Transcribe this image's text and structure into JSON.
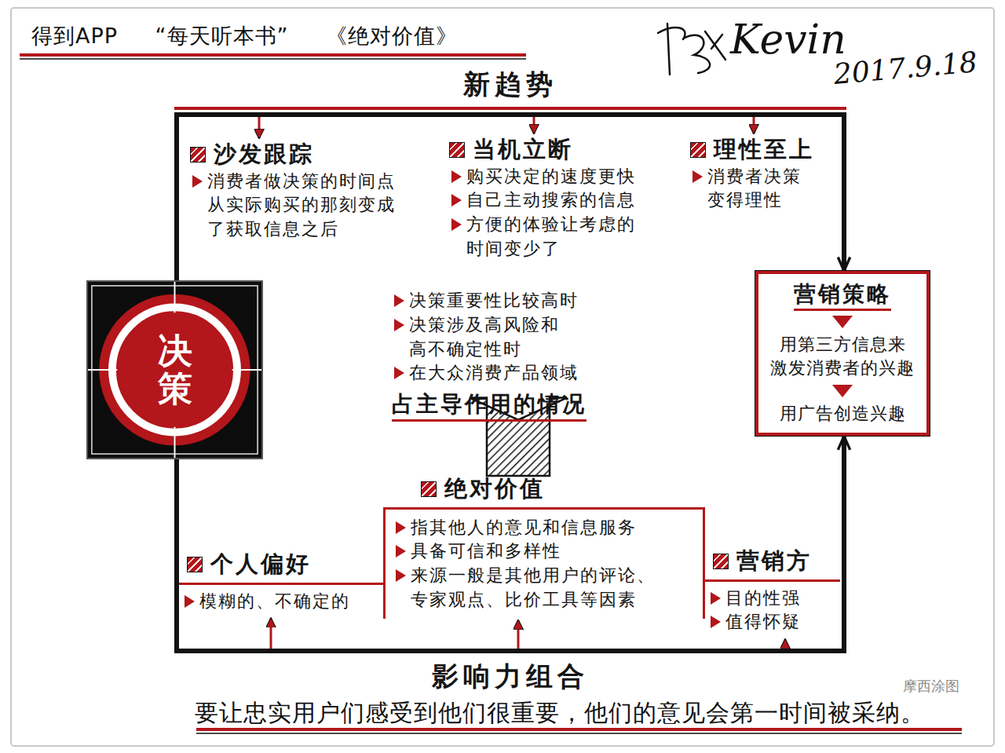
{
  "diagram": {
    "title": "得到APP “每天听本书” 《绝对价值》",
    "caption": "要让忠实用户们感受到他们很重要，他们的意见会第一时间被采纳。",
    "nodes": [
      {
        "text": [
          "新趋势"
        ]
      },
      {
        "text": [
          "沙发跟踪",
          "消费者做决策的时间点 从实际购买的那刻变成 了获取信息之后"
        ]
      },
      {
        "text": [
          "当机立断",
          "购买决定的速度更快",
          "自己主动搜索的信息",
          "方便的体验让考虑的 时间变少了"
        ]
      },
      {
        "text": [
          "理性至上",
          "消费者决策 变得理性"
        ]
      },
      {
        "text": [
          "决策"
        ]
      },
      {
        "text": [
          "营销策略",
          "用第三方信息来 激发消费者的兴趣",
          "用广告创造兴趣"
        ]
      },
      {
        "text": [
          "决策重要性比较高时",
          "决策涉及高风险和 高不确定性时",
          "在大众消费产品领域",
          "占主导作用的情况"
        ]
      },
      {
        "text": [
          "影响力组合"
        ]
      },
      {
        "text": [
          "个人偏好",
          "模糊的、不确定的"
        ]
      },
      {
        "text": [
          "绝对价值",
          "指其他人的意见和信息服务",
          "具备可信和多样性",
          "来源一般是其他用户的评论、 专家观点、比价工具等因素"
        ]
      },
      {
        "text": [
          "营销方",
          "目的性强",
          "值得怀疑"
        ]
      }
    ],
    "edges": [
      {
        "from": 4,
        "to": 0,
        "arrow": "none"
      },
      {
        "from": 0,
        "to": 1,
        "arrow": "to"
      },
      {
        "from": 0,
        "to": 2,
        "arrow": "to"
      },
      {
        "from": 0,
        "to": 3,
        "arrow": "to"
      },
      {
        "from": 0,
        "to": 5,
        "arrow": "to"
      },
      {
        "from": 4,
        "to": 7,
        "arrow": "none"
      },
      {
        "from": 7,
        "to": 8,
        "arrow": "to"
      },
      {
        "from": 7,
        "to": 9,
        "arrow": "to"
      },
      {
        "from": 7,
        "to": 10,
        "arrow": "to"
      },
      {
        "from": 7,
        "to": 5,
        "arrow": "to"
      },
      {
        "from": 9,
        "to": 6,
        "arrow": "to"
      }
    ],
    "labels": [
      "Kevin",
      "2017.9.18",
      "摩西涂图"
    ]
  }
}
